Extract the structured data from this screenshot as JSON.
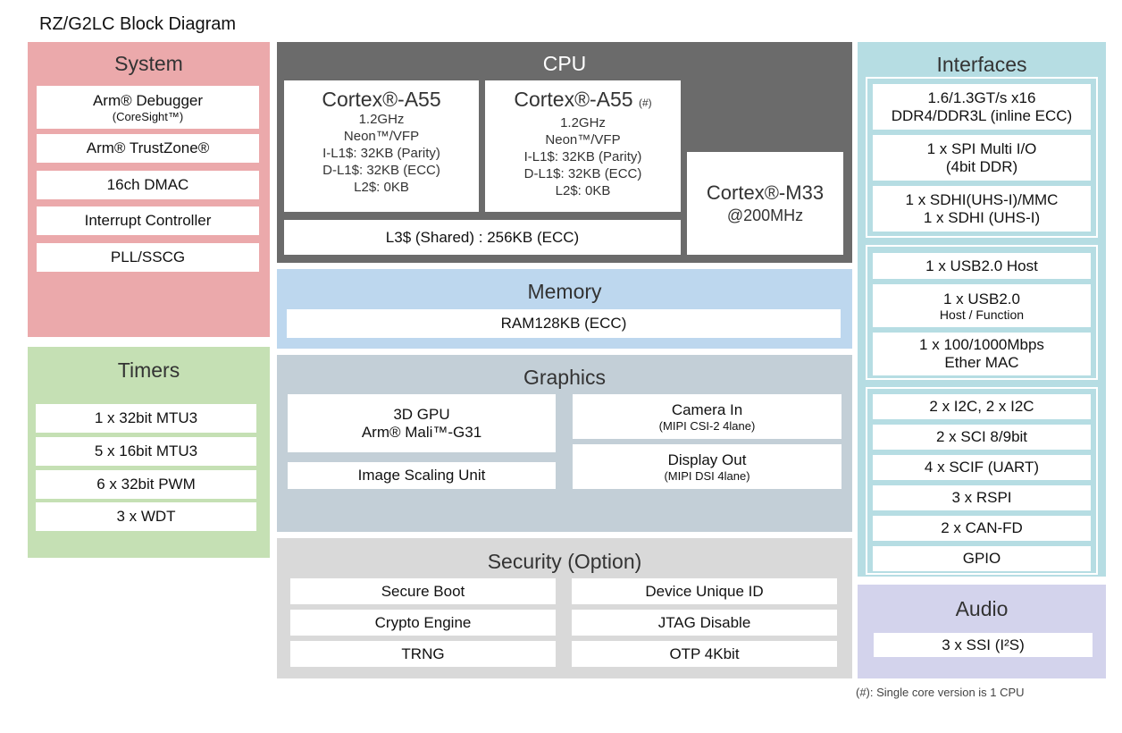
{
  "title": "RZ/G2LC Block Diagram",
  "footnote": "(#): Single core version is 1 CPU",
  "colors": {
    "system": "#eba9ab",
    "timers": "#c5e0b4",
    "cpu": "#6b6b6b",
    "memory": "#bdd7ee",
    "graphics": "#c3cfd7",
    "security": "#d9d9d9",
    "interfaces": "#b6dde3",
    "audio": "#d3d3ec"
  },
  "system": {
    "title": "System",
    "items": [
      {
        "line1": "Arm® Debugger",
        "line2": "(CoreSight™)"
      },
      {
        "line1": "Arm® TrustZone®"
      },
      {
        "line1": "16ch DMAC"
      },
      {
        "line1": "Interrupt Controller"
      },
      {
        "line1": "PLL/SSCG"
      }
    ]
  },
  "timers": {
    "title": "Timers",
    "items": [
      "1 x 32bit MTU3",
      "5 x 16bit MTU3",
      "6 x 32bit PWM",
      "3 x WDT"
    ]
  },
  "cpu": {
    "title": "CPU",
    "core1": {
      "name": "Cortex®-A55",
      "lines": [
        "1.2GHz",
        "Neon™/VFP",
        "I-L1$: 32KB (Parity)",
        "D-L1$: 32KB (ECC)",
        "L2$: 0KB"
      ]
    },
    "core2": {
      "name": "Cortex®-A55",
      "mark": "(#)",
      "lines": [
        "1.2GHz",
        "Neon™/VFP",
        "I-L1$: 32KB (Parity)",
        "D-L1$: 32KB (ECC)",
        "L2$: 0KB"
      ]
    },
    "l3": "L3$ (Shared) : 256KB (ECC)",
    "m33": {
      "name": "Cortex®-M33",
      "freq": "@200MHz"
    }
  },
  "memory": {
    "title": "Memory",
    "item": "RAM128KB (ECC)"
  },
  "graphics": {
    "title": "Graphics",
    "gpu": {
      "line1": "3D GPU",
      "line2": "Arm® Mali™-G31"
    },
    "isu": "Image Scaling Unit",
    "camera": {
      "line1": "Camera In",
      "line2": "(MIPI CSI-2 4lane)"
    },
    "display": {
      "line1": "Display Out",
      "line2": "(MIPI DSI 4lane)"
    }
  },
  "security": {
    "title": "Security (Option)",
    "left": [
      "Secure Boot",
      "Crypto Engine",
      "TRNG"
    ],
    "right": [
      "Device Unique ID",
      "JTAG Disable",
      "OTP 4Kbit"
    ]
  },
  "interfaces": {
    "title": "Interfaces",
    "group1": [
      {
        "line1": "1.6/1.3GT/s x16",
        "line2": "DDR4/DDR3L (inline ECC)"
      },
      {
        "line1": "1 x SPI Multi I/O",
        "line2": "(4bit DDR)"
      },
      {
        "line1": "1 x SDHI(UHS-I)/MMC",
        "line2": "1 x SDHI (UHS-I)"
      }
    ],
    "group2": [
      {
        "line1": "1 x USB2.0 Host"
      },
      {
        "line1": "1 x USB2.0",
        "line2": "Host / Function"
      },
      {
        "line1": "1 x 100/1000Mbps",
        "line2": "Ether MAC"
      }
    ],
    "group3": [
      "2 x I2C, 2 x I2C",
      "2 x SCI 8/9bit",
      "4 x SCIF (UART)",
      "3 x RSPI",
      "2 x CAN-FD",
      "GPIO"
    ]
  },
  "audio": {
    "title": "Audio",
    "item": "3 x SSI (I²S)"
  }
}
